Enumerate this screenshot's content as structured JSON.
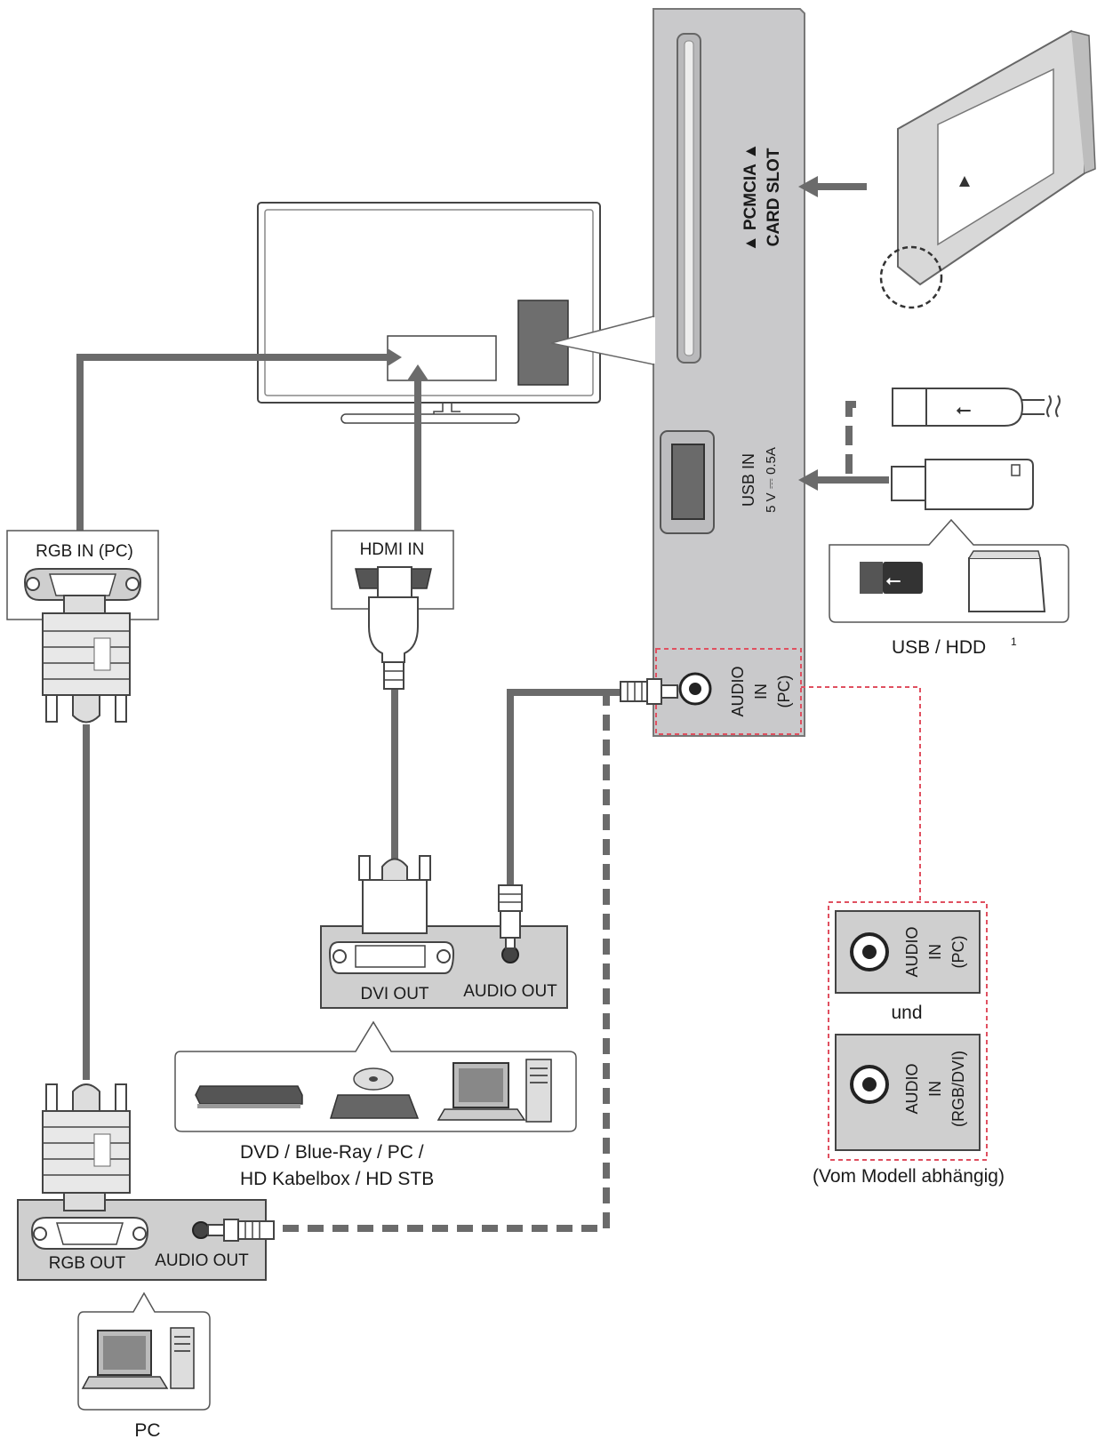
{
  "labels": {
    "pcmcia_line1": "▲ PCMCIA ▲",
    "pcmcia_line2": "CARD SLOT",
    "usb_in_line1": "USB IN",
    "usb_in_line2": "5 V ⎓ 0.5A",
    "audio_in_pc_line1": "AUDIO",
    "audio_in_pc_line2": "IN",
    "audio_in_pc_line3": "(PC)",
    "rgb_in_pc": "RGB IN (PC)",
    "hdmi_in": "HDMI IN",
    "dvi_out": "DVI OUT",
    "audio_out_dvi": "AUDIO OUT",
    "rgb_out": "RGB OUT",
    "audio_out_pc": "AUDIO OUT",
    "usb_hdd": "USB / HDD",
    "usb_hdd_sup": "1",
    "und": "und",
    "audio_rgb_dvi_line1": "AUDIO",
    "audio_rgb_dvi_line2": "IN",
    "audio_rgb_dvi_line3": "(RGB/DVI)",
    "model_dependent": "(Vom Modell abhängig)",
    "sources_line1": "DVD / Blue-Ray / PC /",
    "sources_line2": "HD Kabelbox / HD STB",
    "pc": "PC"
  },
  "colors": {
    "panel": "#c9c9cb",
    "cable": "#6b6b6b",
    "dashed_highlight": "#e05060",
    "tv_port": "#6e6e6e"
  }
}
